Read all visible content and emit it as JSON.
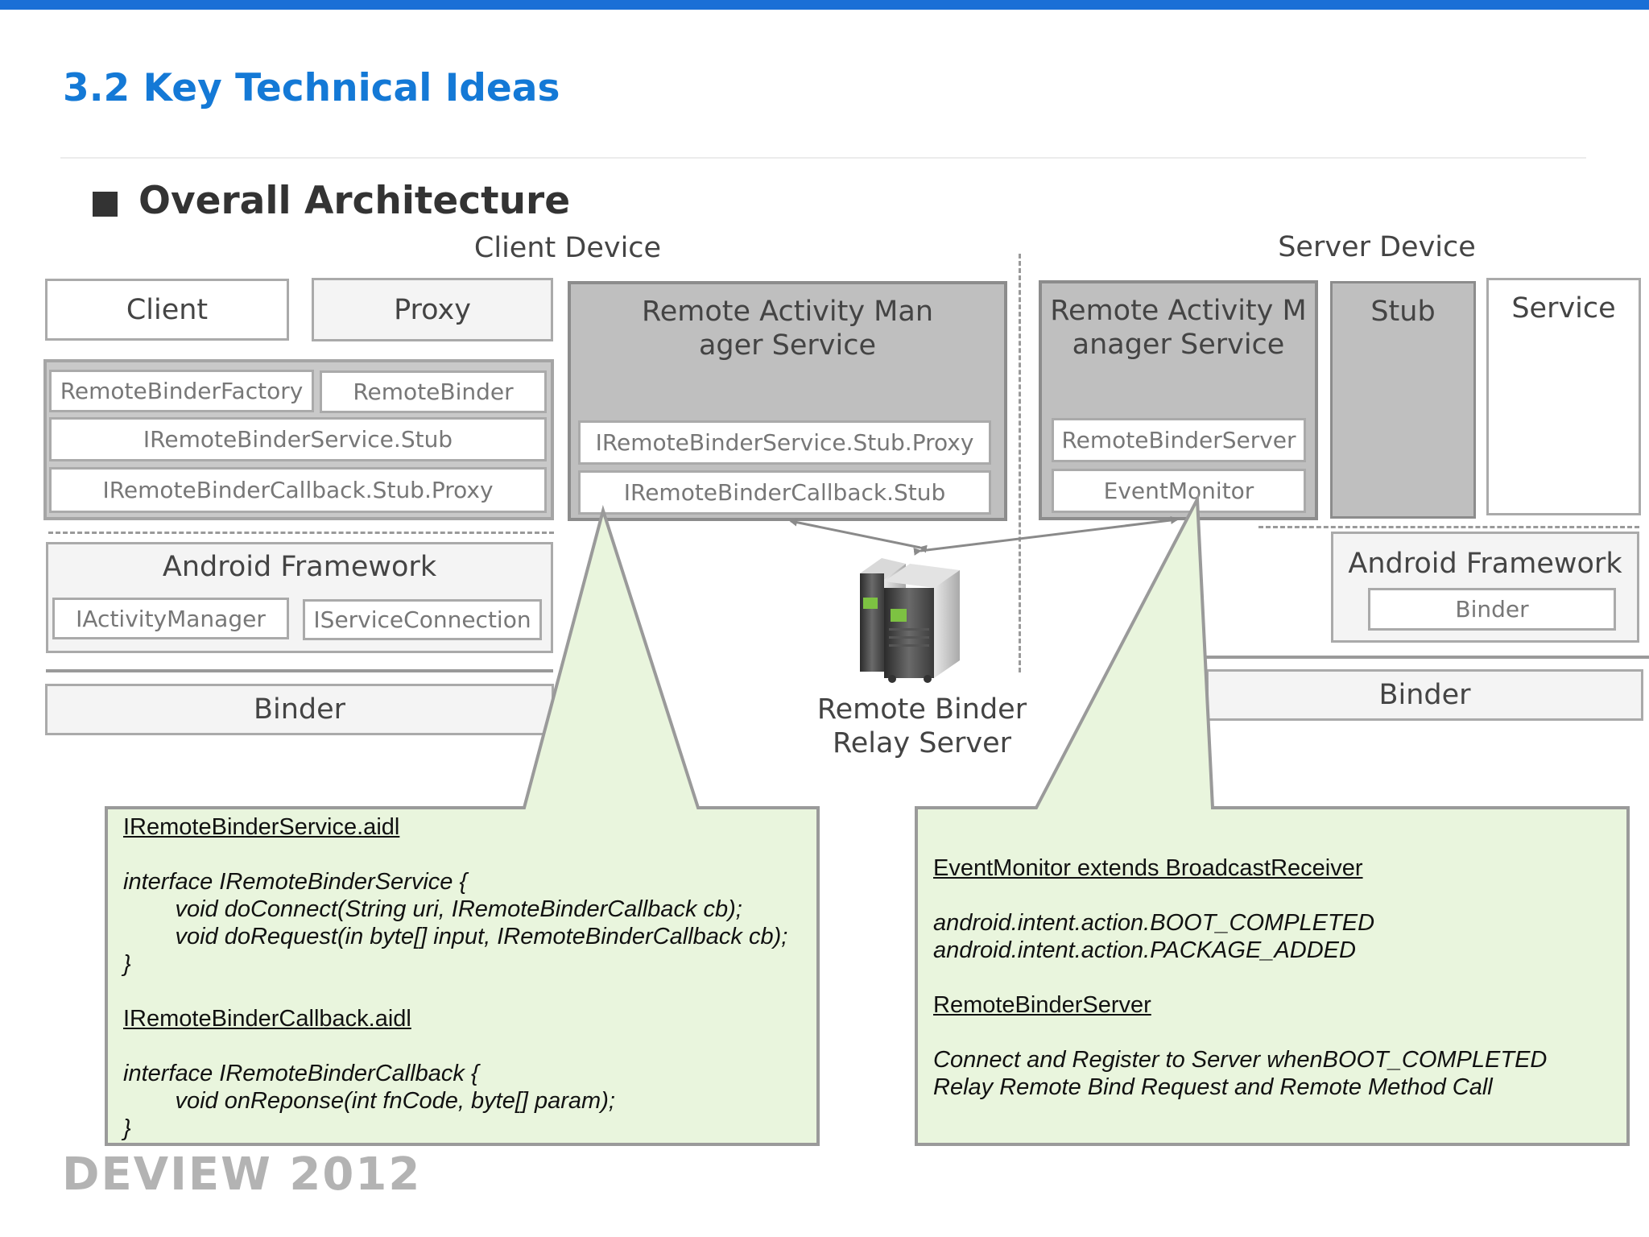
{
  "slide": {
    "title": "3.2 Key Technical Ideas",
    "section": "Overall Architecture",
    "footer_logo": "DEVIEW 2012",
    "accent_color": "#1a6fd6",
    "callout_color": "#e9f5dd"
  },
  "client_device": {
    "label": "Client Device",
    "client": "Client",
    "proxy": "Proxy",
    "remote_binder_factory": "RemoteBinderFactory",
    "remote_binder": "RemoteBinder",
    "service_stub": "IRemoteBinderService.Stub",
    "callback_stub_proxy": "IRemoteBinderCallback.Stub.Proxy",
    "android_framework": "Android Framework",
    "iactivity_manager": "IActivityManager",
    "iservice_connection": "IServiceConnection",
    "binder": "Binder",
    "ram_service_line1": "Remote Activity Man",
    "ram_service_line2": "ager Service",
    "service_stub_proxy": "IRemoteBinderService.Stub.Proxy",
    "callback_stub": "IRemoteBinderCallback.Stub"
  },
  "server_device": {
    "label": "Server Device",
    "ram_service_line1": "Remote Activity M",
    "ram_service_line2": "anager Service",
    "remote_binder_server": "RemoteBinderServer",
    "event_monitor": "EventMonitor",
    "stub": "Stub",
    "service": "Service",
    "android_framework": "Android Framework",
    "framework_binder": "Binder",
    "binder": "Binder"
  },
  "relay": {
    "line1": "Remote Binder",
    "line2": "Relay Server"
  },
  "callout_left": {
    "heading1": "IRemoteBinderService.aidl",
    "code1": [
      "interface IRemoteBinderService {",
      "        void doConnect(String uri, IRemoteBinderCallback cb);",
      "        void doRequest(in byte[] input, IRemoteBinderCallback cb);",
      "}"
    ],
    "heading2": "IRemoteBinderCallback.aidl",
    "code2": [
      "interface IRemoteBinderCallback {",
      "        void onReponse(int fnCode, byte[] param);",
      "}"
    ]
  },
  "callout_right": {
    "heading1": "EventMonitor extends BroadcastReceiver",
    "code1": [
      "android.intent.action.BOOT_COMPLETED",
      "android.intent.action.PACKAGE_ADDED"
    ],
    "heading2": "RemoteBinderServer",
    "code2": [
      "Connect and Register to Server whenBOOT_COMPLETED",
      "Relay Remote Bind Request and Remote Method Call"
    ]
  }
}
